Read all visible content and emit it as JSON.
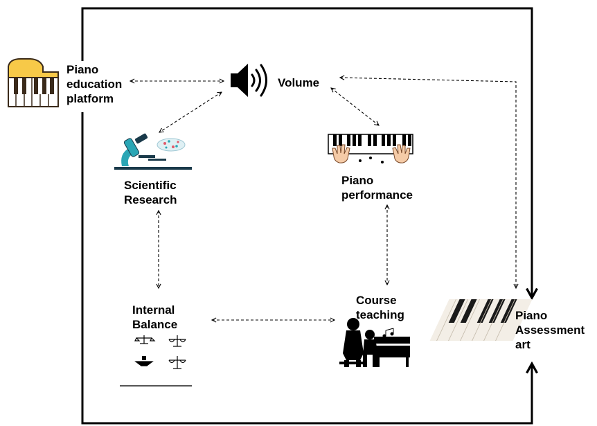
{
  "nodes": {
    "platform": {
      "lines": [
        "Piano",
        "education",
        "platform"
      ],
      "icon": "piano-icon"
    },
    "volume": {
      "lines": [
        "Volume"
      ],
      "icon": "speaker-icon"
    },
    "research": {
      "lines": [
        "Scientific",
        "Research"
      ],
      "icon": "microscope-icon"
    },
    "performance": {
      "lines": [
        "Piano",
        "performance"
      ],
      "icon": "piano-hands-icon"
    },
    "balance": {
      "lines": [
        "Internal",
        "Balance"
      ],
      "icon": "balance-scales-icon"
    },
    "teaching": {
      "lines": [
        "Course",
        "teaching"
      ],
      "icon": "teacher-student-piano-icon"
    },
    "assessment": {
      "lines": [
        "Piano",
        "Assessment",
        "art"
      ],
      "icon": "piano-keys-photo-icon"
    }
  },
  "colors": {
    "line": "#000000",
    "flask": "#2aa6b5",
    "piano_body": "#f7c948"
  }
}
